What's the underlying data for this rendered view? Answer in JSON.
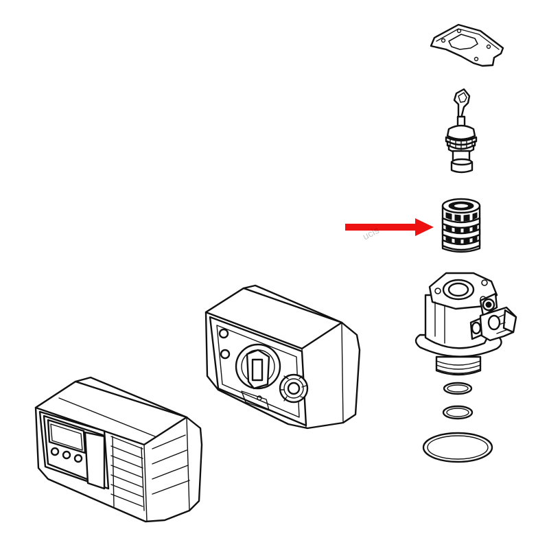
{
  "diagram": {
    "parts": [
      {
        "id": "gasket-plate",
        "icon": "spacer-plate-icon"
      },
      {
        "id": "piston-assembly",
        "icon": "piston-icon"
      },
      {
        "id": "seal-spacer-stack",
        "icon": "seal-stack-icon",
        "highlighted": true
      },
      {
        "id": "valve-body",
        "icon": "valve-body-icon"
      },
      {
        "id": "o-ring-small-1",
        "icon": "o-ring-icon"
      },
      {
        "id": "o-ring-small-2",
        "icon": "o-ring-icon"
      },
      {
        "id": "o-ring-large",
        "icon": "o-ring-icon"
      },
      {
        "id": "back-plate-housing",
        "icon": "housing-icon"
      },
      {
        "id": "front-cover-controller",
        "icon": "controller-icon"
      }
    ],
    "pointer": {
      "icon": "arrow-right-icon",
      "color": "#ee1111",
      "target": "seal-spacer-stack"
    },
    "watermark": "ucis"
  }
}
